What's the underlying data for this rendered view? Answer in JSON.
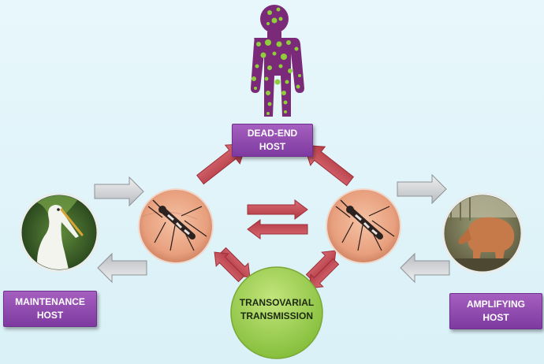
{
  "labels": {
    "dead_end_host": "DEAD-END\nHOST",
    "maintenance_host": "MAINTENANCE\nHOST",
    "amplifying_host": "AMPLIFYING\nHOST",
    "transovarial_transmission": "TRANSOVARIAL\nTRANSMISSION"
  },
  "colors": {
    "background": "#dff3f8",
    "label_box": "#8b47ab",
    "human_body": "#7a2a78",
    "human_dots": "#8fce3a",
    "transmission_circle": "#a6d65a",
    "red_arrow": "#c44a55",
    "gray_arrow": "#c9cccf"
  },
  "icons": {
    "human": "infected-human-figure",
    "bird": "egret-photo",
    "mosquito": "mosquito-photo",
    "pig": "pig-photo"
  }
}
